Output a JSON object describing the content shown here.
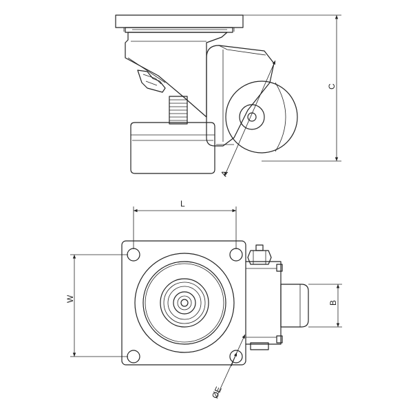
{
  "labels": {
    "dim_c": "C",
    "dim_a": "A",
    "dim_l": "L",
    "dim_w": "W",
    "dim_b": "B",
    "dim_e": "ØE"
  }
}
